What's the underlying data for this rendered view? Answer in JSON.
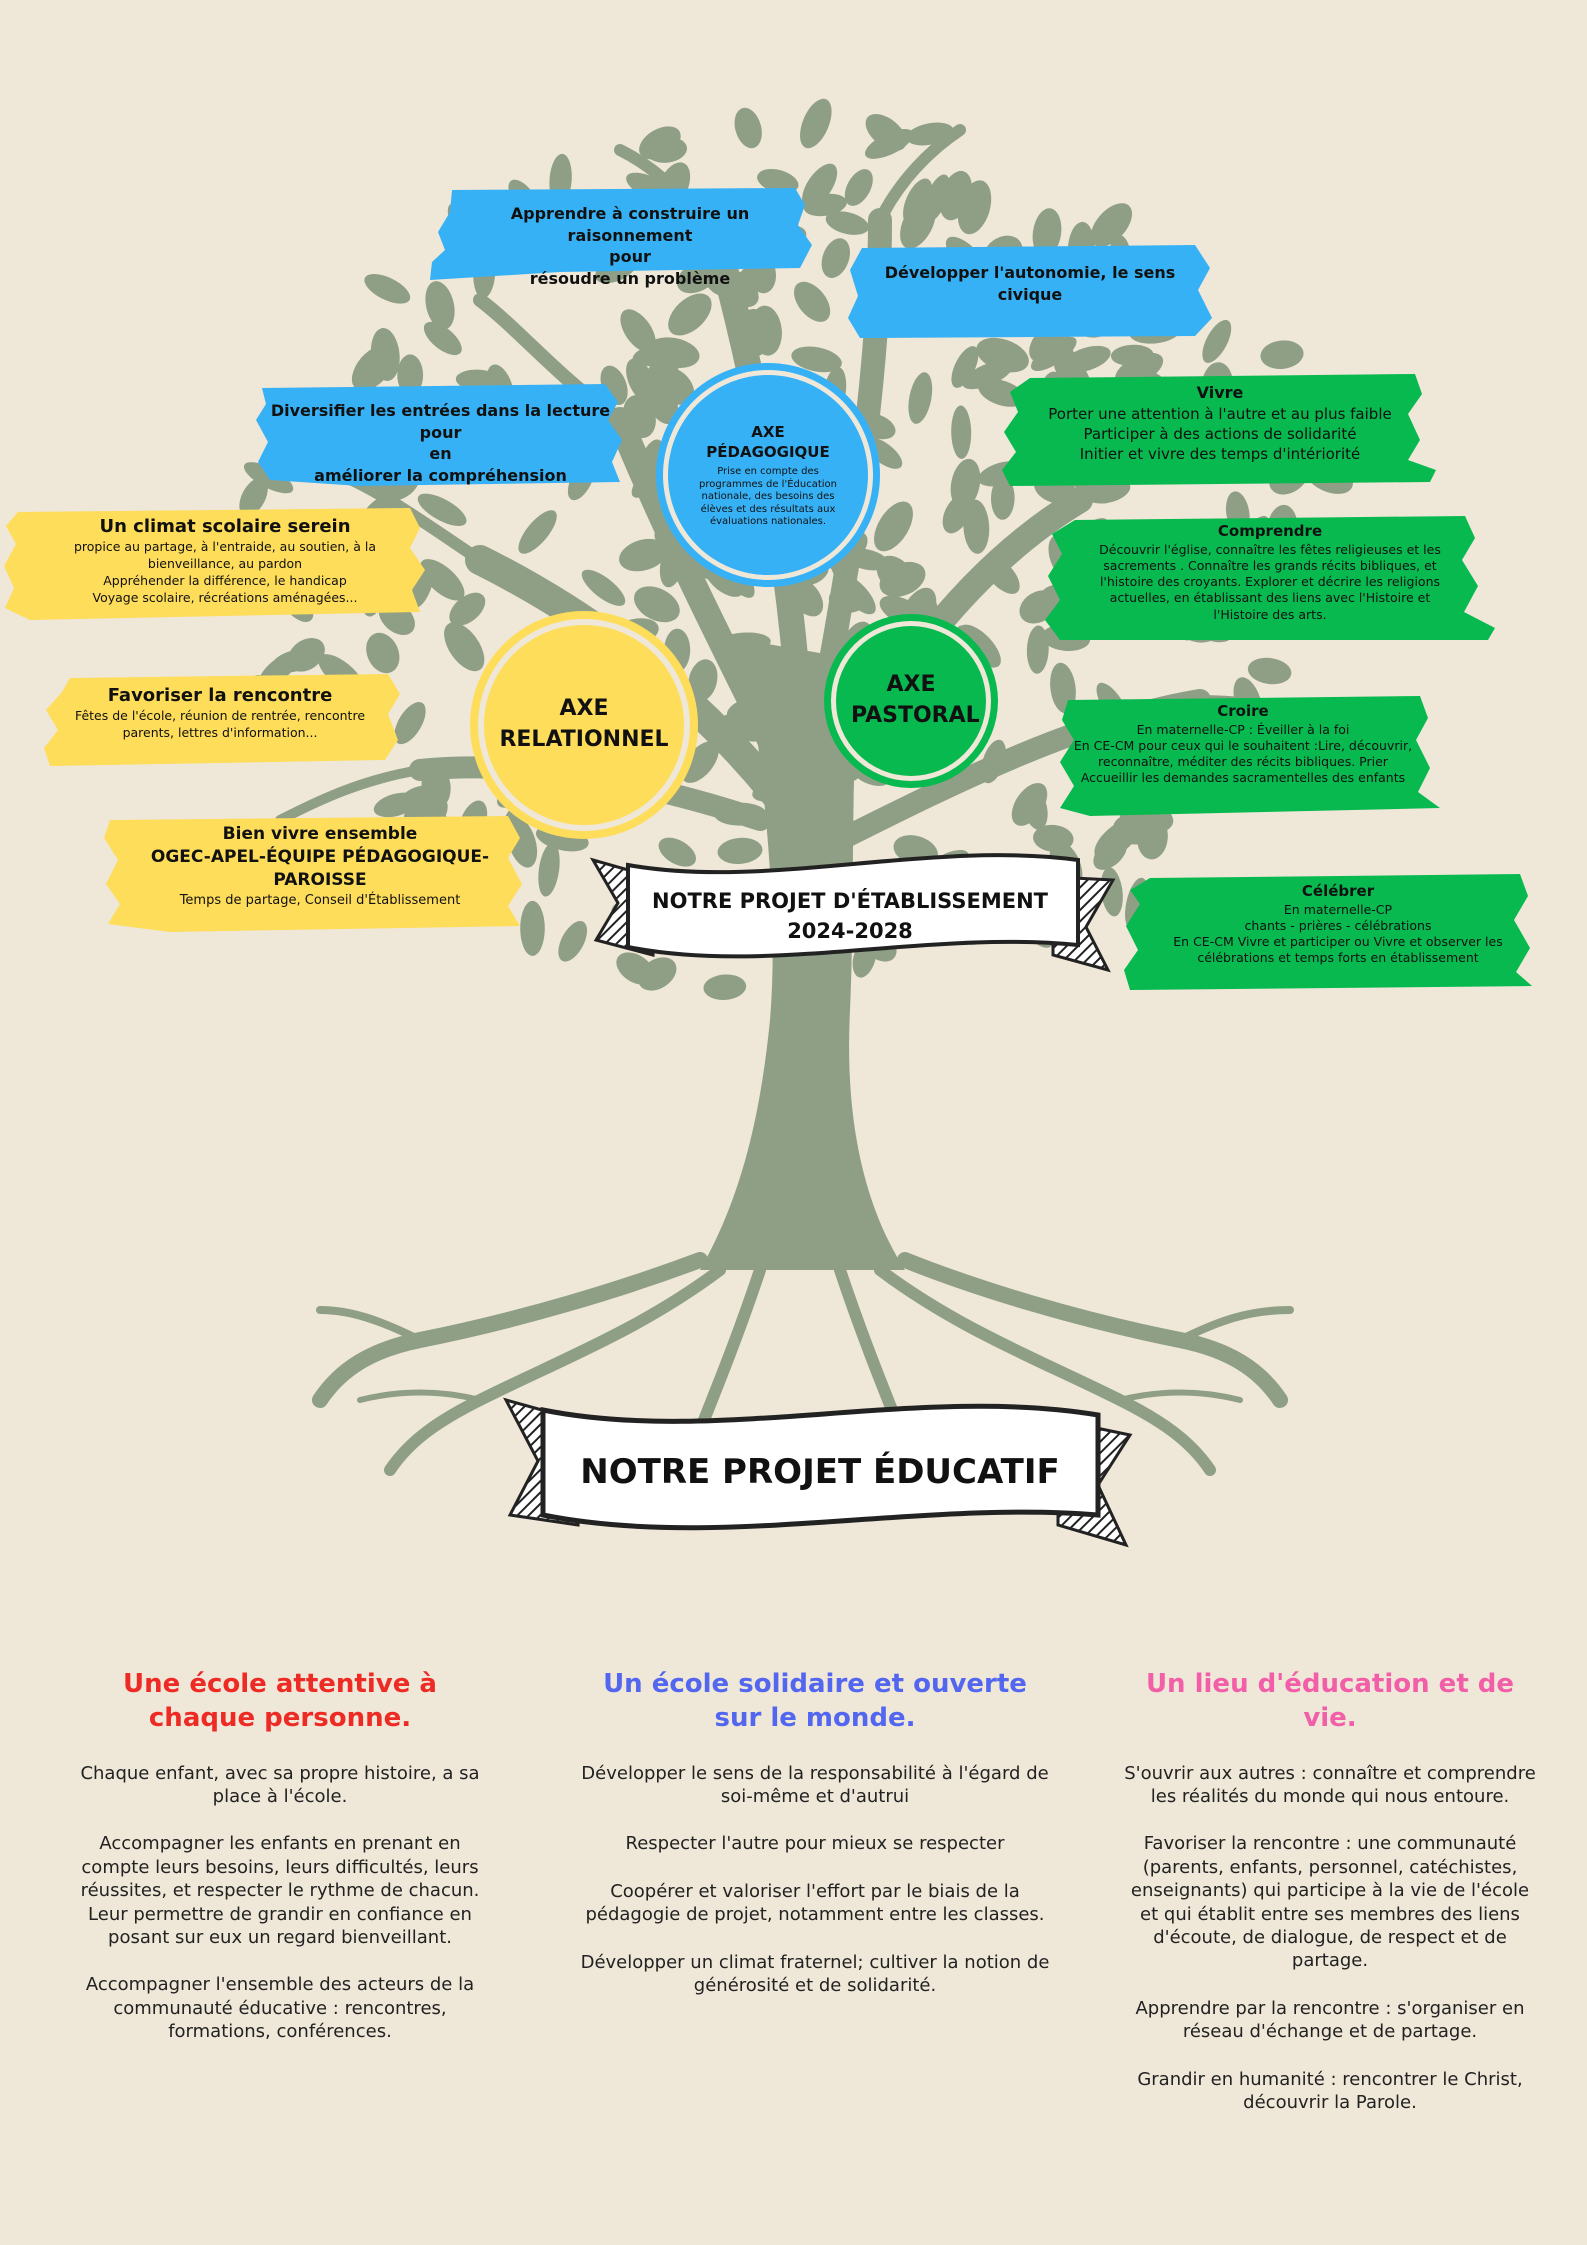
{
  "colors": {
    "background": "#efe7d8",
    "tree": "#8e9f86",
    "blue": "#37b1f5",
    "yellow": "#fedd5b",
    "green": "#08b94f",
    "red_heading": "#ee2a24",
    "blue_heading": "#5266f0",
    "pink_heading": "#f25fa8"
  },
  "blue_boxes": {
    "raisonnement": [
      "Apprendre à construire un raisonnement",
      "pour",
      "résoudre un problème"
    ],
    "autonomie": [
      "Développer l'autonomie, le sens",
      "civique"
    ],
    "lecture": [
      "Diversifier les entrées dans la lecture pour",
      "en",
      "améliorer la compréhension"
    ]
  },
  "axe_pedagogique": {
    "title": "AXE PÉDAGOGIQUE",
    "text": "Prise en compte des programmes de l'Éducation nationale, des besoins des élèves et des résultats aux évaluations nationales."
  },
  "axe_relationnel": {
    "title": "AXE RELATIONNEL"
  },
  "axe_pastoral": {
    "title": "AXE PASTORAL"
  },
  "yellow_boxes": {
    "climat": {
      "title": "Un climat scolaire serein",
      "lines": [
        "propice au partage, à l'entraide, au soutien, à la",
        "bienveillance, au pardon",
        "Appréhender la différence, le handicap",
        "Voyage scolaire, récréations aménagées..."
      ]
    },
    "rencontre": {
      "title": "Favoriser la rencontre",
      "lines": [
        "Fêtes de l'école, réunion de rentrée,  rencontre",
        "parents, lettres d'information..."
      ]
    },
    "ensemble": {
      "title": "Bien vivre ensemble",
      "title2": "OGEC-APEL-ÉQUIPE PÉDAGOGIQUE-",
      "title3": "PAROISSE",
      "lines": [
        "Temps de partage, Conseil d'Établissement"
      ]
    }
  },
  "green_boxes": {
    "vivre": {
      "title": "Vivre",
      "lines": [
        "Porter une attention à l'autre et au plus faible",
        "Participer à des actions de solidarité",
        "Initier et vivre des temps d'intériorité"
      ]
    },
    "comprendre": {
      "title": "Comprendre",
      "lines": [
        "Découvrir l'église, connaître les fêtes religieuses et les",
        "sacrements . Connaître les grands récits bibliques, et",
        "l'histoire des croyants. Explorer et décrire les religions",
        "actuelles, en établissant des liens avec l'Histoire et",
        "l'Histoire des arts."
      ]
    },
    "croire": {
      "title": "Croire",
      "lines": [
        "En maternelle-CP : Éveiller à la foi",
        "En CE-CM pour ceux qui le souhaitent :Lire, découvrir,",
        "reconnaître, méditer des récits bibliques.  Prier",
        "Accueillir les demandes sacramentelles des enfants"
      ]
    },
    "celebrer": {
      "title": "Célébrer",
      "lines": [
        "En maternelle-CP",
        "chants - prières - célébrations",
        "En CE-CM Vivre et participer ou Vivre et observer les",
        "célébrations  et temps forts en établissement"
      ]
    }
  },
  "banner_etablissement": {
    "line1": "NOTRE PROJET D'ÉTABLISSEMENT",
    "line2": "2024-2028"
  },
  "banner_educatif": {
    "title": "NOTRE PROJET ÉDUCATIF"
  },
  "columns": [
    {
      "heading": "Une école attentive à chaque personne.",
      "paragraphs": [
        "Chaque enfant, avec sa propre histoire, a sa place à l'école.",
        "Accompagner les enfants en prenant en compte leurs besoins, leurs difficultés, leurs réussites, et respecter le rythme de chacun. Leur permettre de grandir en confiance en posant sur eux un regard bienveillant.",
        "Accompagner l'ensemble des acteurs de la communauté éducative : rencontres, formations, conférences."
      ]
    },
    {
      "heading": "Un école solidaire et ouverte sur le monde.",
      "paragraphs": [
        "Développer le sens de la responsabilité à l'égard de soi-même et d'autrui",
        "Respecter l'autre pour mieux se respecter",
        "Coopérer et valoriser l'effort par le biais de la pédagogie de projet, notamment entre les classes.",
        "Développer un climat fraternel; cultiver la notion de générosité et de solidarité."
      ]
    },
    {
      "heading": "Un lieu d'éducation et de vie.",
      "paragraphs": [
        "S'ouvrir aux autres : connaître et comprendre les réalités du monde qui nous entoure.",
        "Favoriser la rencontre : une communauté (parents, enfants, personnel, catéchistes, enseignants) qui participe à la vie de l'école et qui établit entre ses membres des liens d'écoute, de dialogue, de respect et de partage.",
        "Apprendre par la rencontre : s'organiser en réseau d'échange et de partage.",
        "Grandir en humanité : rencontrer le Christ, découvrir la Parole."
      ]
    }
  ]
}
